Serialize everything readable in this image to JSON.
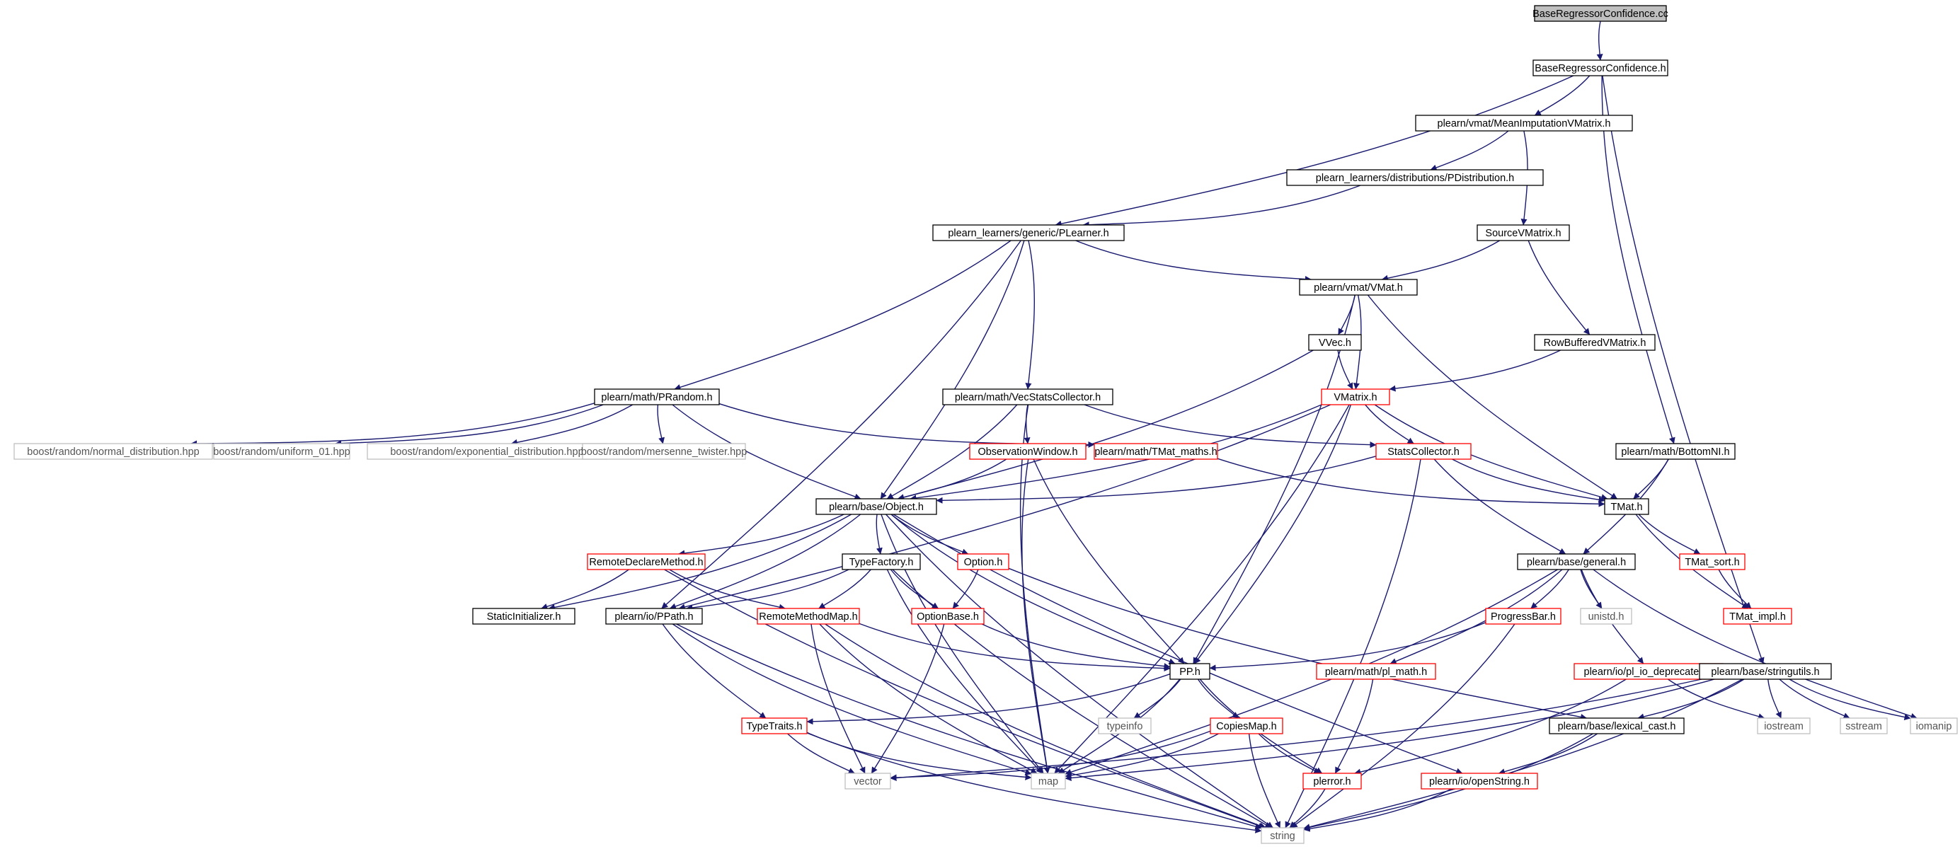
{
  "diagram": {
    "colors": {
      "edge": "#191970",
      "border_normal": "#000000",
      "border_truncated": "#ff0000",
      "border_external": "#bfbfbf",
      "fill_root": "#bfbfbf",
      "fill": "#ffffff",
      "text": "#000000",
      "text_external": "#555555"
    },
    "nodes": [
      {
        "id": "root",
        "label": "BaseRegressorConfidence.cc",
        "kind": "root"
      },
      {
        "id": "brc",
        "label": "BaseRegressorConfidence.h",
        "kind": "normal"
      },
      {
        "id": "mivm",
        "label": "plearn/vmat/MeanImputationVMatrix.h",
        "kind": "normal"
      },
      {
        "id": "pdist",
        "label": "plearn_learners/distributions/PDistribution.h",
        "kind": "normal"
      },
      {
        "id": "plearner",
        "label": "plearn_learners/generic/PLearner.h",
        "kind": "normal"
      },
      {
        "id": "svm",
        "label": "SourceVMatrix.h",
        "kind": "normal"
      },
      {
        "id": "vmat",
        "label": "plearn/vmat/VMat.h",
        "kind": "normal"
      },
      {
        "id": "vvec",
        "label": "VVec.h",
        "kind": "normal"
      },
      {
        "id": "rbvm",
        "label": "RowBufferedVMatrix.h",
        "kind": "normal"
      },
      {
        "id": "prandom",
        "label": "plearn/math/PRandom.h",
        "kind": "normal"
      },
      {
        "id": "vsc",
        "label": "plearn/math/VecStatsCollector.h",
        "kind": "normal"
      },
      {
        "id": "vmatrix",
        "label": "VMatrix.h",
        "kind": "truncated"
      },
      {
        "id": "bnormal",
        "label": "boost/random/normal_distribution.hpp",
        "kind": "external"
      },
      {
        "id": "buniform",
        "label": "boost/random/uniform_01.hpp",
        "kind": "external"
      },
      {
        "id": "bexp",
        "label": "boost/random/exponential_distribution.hpp",
        "kind": "external"
      },
      {
        "id": "bmt",
        "label": "boost/random/mersenne_twister.hpp",
        "kind": "external"
      },
      {
        "id": "obswin",
        "label": "ObservationWindow.h",
        "kind": "truncated"
      },
      {
        "id": "tmatmaths",
        "label": "plearn/math/TMat_maths.h",
        "kind": "truncated"
      },
      {
        "id": "statsc",
        "label": "StatsCollector.h",
        "kind": "truncated"
      },
      {
        "id": "bottomni",
        "label": "plearn/math/BottomNI.h",
        "kind": "normal"
      },
      {
        "id": "object",
        "label": "plearn/base/Object.h",
        "kind": "normal"
      },
      {
        "id": "tmat",
        "label": "TMat.h",
        "kind": "normal"
      },
      {
        "id": "rdm",
        "label": "RemoteDeclareMethod.h",
        "kind": "truncated"
      },
      {
        "id": "typefactory",
        "label": "TypeFactory.h",
        "kind": "normal"
      },
      {
        "id": "option",
        "label": "Option.h",
        "kind": "truncated"
      },
      {
        "id": "general",
        "label": "plearn/base/general.h",
        "kind": "normal"
      },
      {
        "id": "tmatsort",
        "label": "TMat_sort.h",
        "kind": "truncated"
      },
      {
        "id": "staticinit",
        "label": "StaticInitializer.h",
        "kind": "normal"
      },
      {
        "id": "ppath",
        "label": "plearn/io/PPath.h",
        "kind": "normal"
      },
      {
        "id": "rmm",
        "label": "RemoteMethodMap.h",
        "kind": "truncated"
      },
      {
        "id": "optionbase",
        "label": "OptionBase.h",
        "kind": "truncated"
      },
      {
        "id": "progressbar",
        "label": "ProgressBar.h",
        "kind": "truncated"
      },
      {
        "id": "unistd",
        "label": "unistd.h",
        "kind": "external"
      },
      {
        "id": "tmatimpl",
        "label": "TMat_impl.h",
        "kind": "truncated"
      },
      {
        "id": "pp",
        "label": "PP.h",
        "kind": "normal"
      },
      {
        "id": "plmath",
        "label": "plearn/math/pl_math.h",
        "kind": "truncated"
      },
      {
        "id": "pliodep",
        "label": "plearn/io/pl_io_deprecated.h",
        "kind": "truncated"
      },
      {
        "id": "stringutils",
        "label": "plearn/base/stringutils.h",
        "kind": "normal"
      },
      {
        "id": "typetraits",
        "label": "TypeTraits.h",
        "kind": "truncated"
      },
      {
        "id": "typeinfo",
        "label": "typeinfo",
        "kind": "external"
      },
      {
        "id": "copiesmap",
        "label": "CopiesMap.h",
        "kind": "truncated"
      },
      {
        "id": "lexcast",
        "label": "plearn/base/lexical_cast.h",
        "kind": "normal"
      },
      {
        "id": "iostream",
        "label": "iostream",
        "kind": "external"
      },
      {
        "id": "sstream",
        "label": "sstream",
        "kind": "external"
      },
      {
        "id": "iomanip",
        "label": "iomanip",
        "kind": "external"
      },
      {
        "id": "vector",
        "label": "vector",
        "kind": "external"
      },
      {
        "id": "map",
        "label": "map",
        "kind": "external"
      },
      {
        "id": "plerror",
        "label": "plerror.h",
        "kind": "truncated"
      },
      {
        "id": "openstring",
        "label": "plearn/io/openString.h",
        "kind": "truncated"
      },
      {
        "id": "string",
        "label": "string",
        "kind": "external"
      }
    ],
    "edges": [
      [
        "root",
        "brc"
      ],
      [
        "brc",
        "mivm"
      ],
      [
        "brc",
        "plearner"
      ],
      [
        "brc",
        "bottomni"
      ],
      [
        "brc",
        "stringutils"
      ],
      [
        "mivm",
        "pdist"
      ],
      [
        "mivm",
        "svm"
      ],
      [
        "pdist",
        "plearner"
      ],
      [
        "plearner",
        "prandom"
      ],
      [
        "plearner",
        "vsc"
      ],
      [
        "plearner",
        "vmat"
      ],
      [
        "plearner",
        "object"
      ],
      [
        "plearner",
        "ppath"
      ],
      [
        "svm",
        "vmat"
      ],
      [
        "svm",
        "rbvm"
      ],
      [
        "vmat",
        "vvec"
      ],
      [
        "vmat",
        "vmatrix"
      ],
      [
        "vmat",
        "tmat"
      ],
      [
        "vmat",
        "pp"
      ],
      [
        "vvec",
        "vmatrix"
      ],
      [
        "vvec",
        "object"
      ],
      [
        "rbvm",
        "vmatrix"
      ],
      [
        "prandom",
        "bnormal"
      ],
      [
        "prandom",
        "buniform"
      ],
      [
        "prandom",
        "bexp"
      ],
      [
        "prandom",
        "bmt"
      ],
      [
        "prandom",
        "tmatmaths"
      ],
      [
        "prandom",
        "object"
      ],
      [
        "vsc",
        "obswin"
      ],
      [
        "vsc",
        "statsc"
      ],
      [
        "vsc",
        "object"
      ],
      [
        "vsc",
        "map"
      ],
      [
        "vmatrix",
        "statsc"
      ],
      [
        "vmatrix",
        "tmat"
      ],
      [
        "vmatrix",
        "object"
      ],
      [
        "vmatrix",
        "ppath"
      ],
      [
        "vmatrix",
        "pp"
      ],
      [
        "vmatrix",
        "map"
      ],
      [
        "obswin",
        "object"
      ],
      [
        "obswin",
        "map"
      ],
      [
        "obswin",
        "pp"
      ],
      [
        "tmatmaths",
        "tmat"
      ],
      [
        "statsc",
        "object"
      ],
      [
        "statsc",
        "tmat"
      ],
      [
        "statsc",
        "general"
      ],
      [
        "statsc",
        "string"
      ],
      [
        "bottomni",
        "tmat"
      ],
      [
        "bottomni",
        "general"
      ],
      [
        "tmat",
        "tmatsort"
      ],
      [
        "tmat",
        "tmatimpl"
      ],
      [
        "tmatsort",
        "tmatimpl"
      ],
      [
        "object",
        "rdm"
      ],
      [
        "object",
        "staticinit"
      ],
      [
        "object",
        "typefactory"
      ],
      [
        "object",
        "option"
      ],
      [
        "object",
        "ppath"
      ],
      [
        "object",
        "pp"
      ],
      [
        "object",
        "map"
      ],
      [
        "object",
        "string"
      ],
      [
        "object",
        "openstring"
      ],
      [
        "rdm",
        "staticinit"
      ],
      [
        "rdm",
        "rmm"
      ],
      [
        "rdm",
        "string"
      ],
      [
        "typefactory",
        "ppath"
      ],
      [
        "typefactory",
        "rmm"
      ],
      [
        "typefactory",
        "optionbase"
      ],
      [
        "typefactory",
        "map"
      ],
      [
        "typefactory",
        "string"
      ],
      [
        "option",
        "optionbase"
      ],
      [
        "option",
        "lexcast"
      ],
      [
        "general",
        "progressbar"
      ],
      [
        "general",
        "unistd"
      ],
      [
        "general",
        "plmath"
      ],
      [
        "general",
        "pliodep"
      ],
      [
        "general",
        "iomanip"
      ],
      [
        "general",
        "map"
      ],
      [
        "ppath",
        "typetraits"
      ],
      [
        "ppath",
        "map"
      ],
      [
        "ppath",
        "string"
      ],
      [
        "rmm",
        "pp"
      ],
      [
        "rmm",
        "vector"
      ],
      [
        "rmm",
        "map"
      ],
      [
        "rmm",
        "string"
      ],
      [
        "optionbase",
        "pp"
      ],
      [
        "optionbase",
        "vector"
      ],
      [
        "progressbar",
        "pp"
      ],
      [
        "progressbar",
        "string"
      ],
      [
        "pliodep",
        "iostream"
      ],
      [
        "pliodep",
        "plerror"
      ],
      [
        "pp",
        "typetraits"
      ],
      [
        "pp",
        "typeinfo"
      ],
      [
        "pp",
        "copiesmap"
      ],
      [
        "pp",
        "plerror"
      ],
      [
        "pp",
        "map"
      ],
      [
        "plmath",
        "plerror"
      ],
      [
        "stringutils",
        "iostream"
      ],
      [
        "stringutils",
        "sstream"
      ],
      [
        "stringutils",
        "iomanip"
      ],
      [
        "stringutils",
        "lexcast"
      ],
      [
        "stringutils",
        "vector"
      ],
      [
        "stringutils",
        "map"
      ],
      [
        "stringutils",
        "string"
      ],
      [
        "typetraits",
        "vector"
      ],
      [
        "typetraits",
        "map"
      ],
      [
        "typetraits",
        "string"
      ],
      [
        "copiesmap",
        "vector"
      ],
      [
        "copiesmap",
        "map"
      ],
      [
        "copiesmap",
        "plerror"
      ],
      [
        "copiesmap",
        "string"
      ],
      [
        "lexcast",
        "openstring"
      ],
      [
        "lexcast",
        "string"
      ],
      [
        "plerror",
        "string"
      ],
      [
        "openstring",
        "string"
      ]
    ]
  }
}
